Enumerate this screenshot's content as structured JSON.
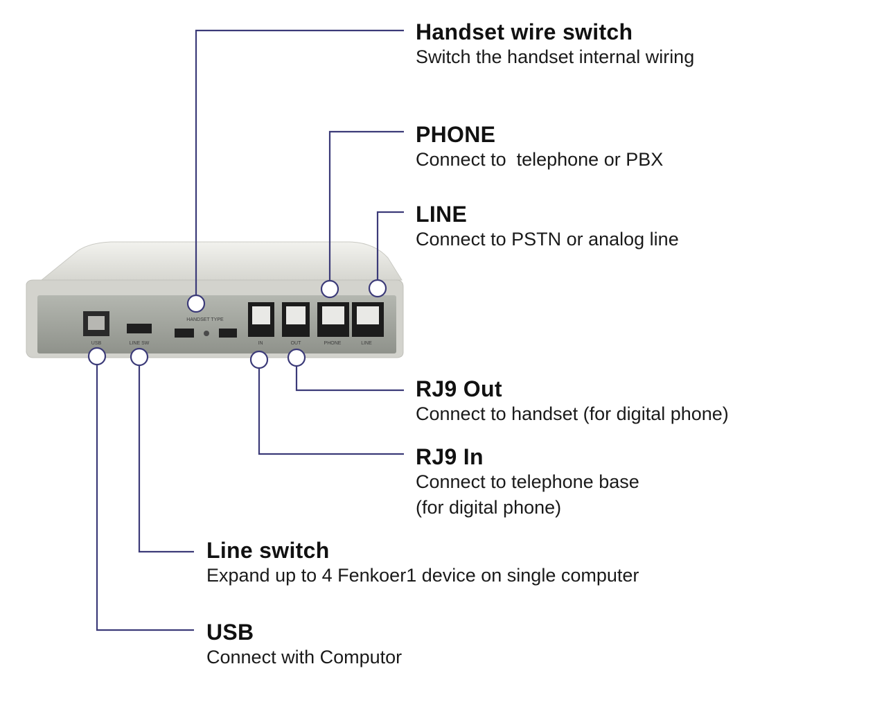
{
  "diagram": {
    "colors": {
      "leader_line": "#3b3a78",
      "device_body": "#dcdcd6",
      "device_panel": "#9a9d96",
      "marker_fill": "#ffffff"
    },
    "device": {
      "panel_label_handset": "HANDSET TYPE",
      "port_label_usb": "USB",
      "port_label_lineswitch": "LINE SW",
      "port_label_in": "IN",
      "port_label_out": "OUT",
      "port_label_phone": "PHONE",
      "port_label_line": "LINE"
    },
    "callouts": {
      "handset_wire_switch": {
        "title": "Handset wire switch",
        "lines": [
          "Switch the handset internal wiring"
        ]
      },
      "phone": {
        "title": "PHONE",
        "lines": [
          "Connect to  telephone or PBX"
        ]
      },
      "line": {
        "title": "LINE",
        "lines": [
          "Connect to PSTN or analog line"
        ]
      },
      "rj9_out": {
        "title": "RJ9 Out",
        "lines": [
          "Connect to handset (for digital phone)"
        ]
      },
      "rj9_in": {
        "title": "RJ9 In",
        "lines": [
          "Connect to telephone base",
          "(for digital phone)"
        ]
      },
      "line_switch": {
        "title": "Line switch",
        "lines": [
          "Expand up to 4 Fenkoer1 device on single computer"
        ]
      },
      "usb": {
        "title": "USB",
        "lines": [
          "Connect with Computor"
        ]
      }
    }
  }
}
